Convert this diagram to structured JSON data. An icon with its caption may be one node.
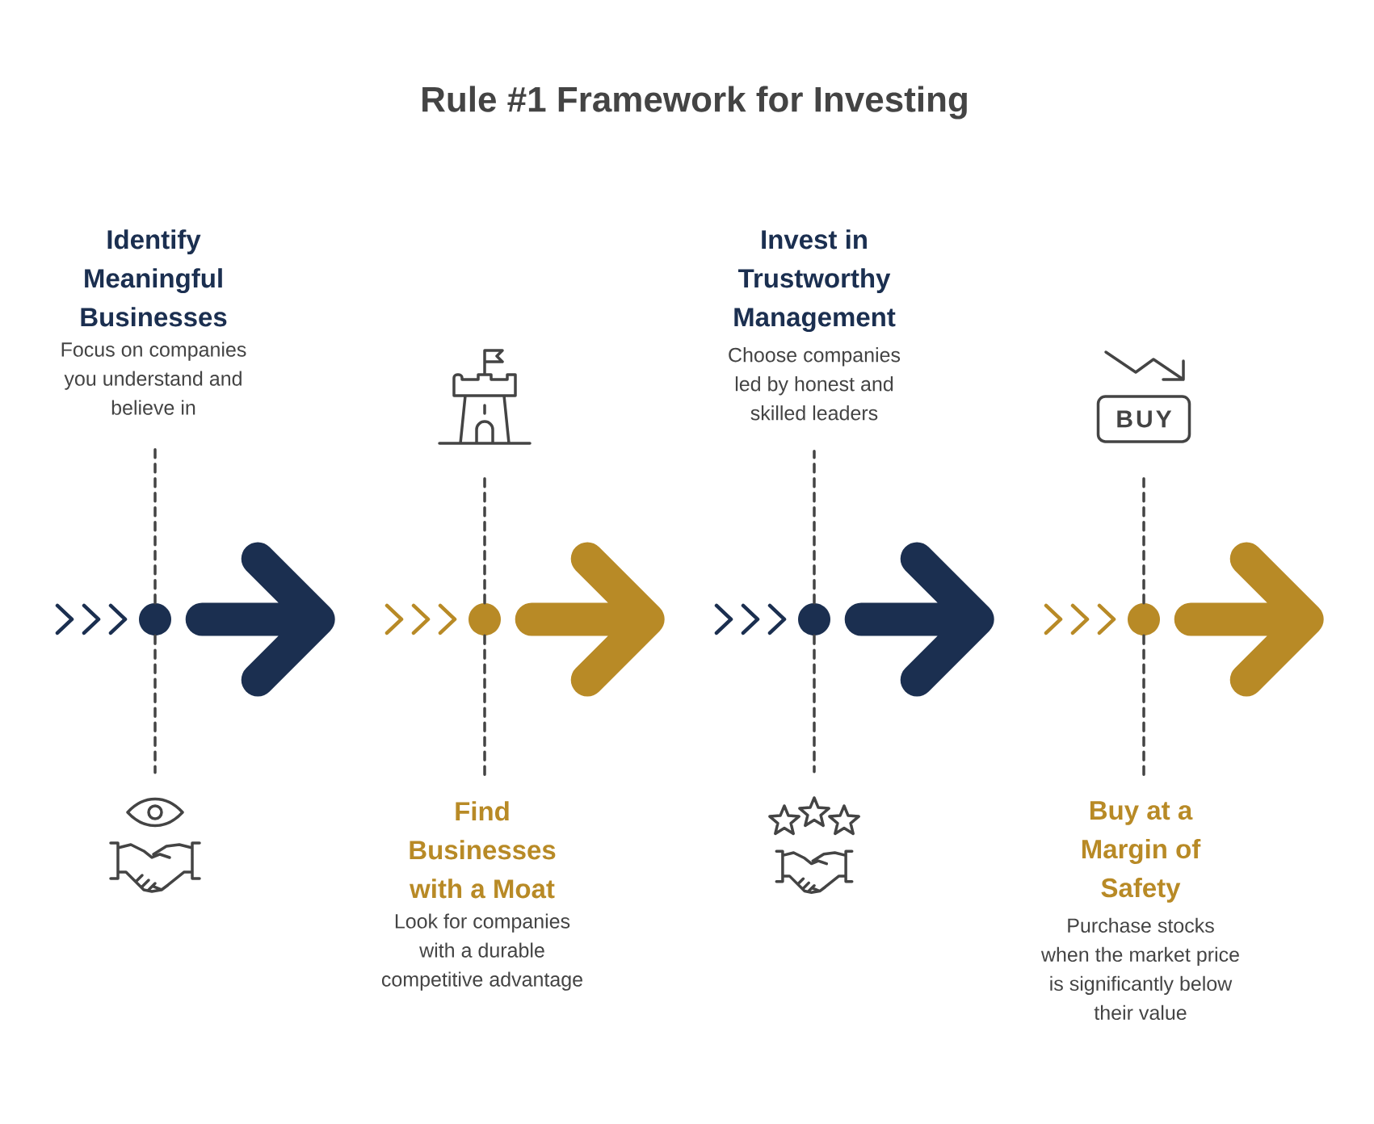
{
  "diagram": {
    "title": "Rule #1 Framework for Investing",
    "nodes": [
      {
        "text": [
          "Identify Meaningful Businesses",
          "Focus on companies you understand and believe in"
        ]
      },
      {
        "text": [],
        "shape": "picture"
      },
      {
        "text": [
          "Invest in Trustworthy Management",
          "Choose companies led by honest and skilled leaders"
        ]
      },
      {
        "text": [
          "BUY"
        ]
      },
      {
        "text": [],
        "shape": "circle"
      },
      {
        "text": [],
        "shape": "circle"
      },
      {
        "text": [],
        "shape": "circle"
      },
      {
        "text": [],
        "shape": "circle"
      },
      {
        "text": [],
        "shape": "picture"
      },
      {
        "text": [
          "Find Businesses with a Moat",
          "Look for companies with a durable competitive advantage"
        ]
      },
      {
        "text": [],
        "shape": "picture"
      },
      {
        "text": [
          "Buy at a Margin of Safety",
          "Purchase stocks when the market price is significantly below their value"
        ]
      }
    ],
    "edges": [
      {
        "from": 4,
        "to": 0,
        "arrow": "none",
        "style": "dashed"
      },
      {
        "from": 4,
        "to": 8,
        "arrow": "none",
        "style": "dashed"
      },
      {
        "from": 5,
        "to": 1,
        "arrow": "none",
        "style": "dashed"
      },
      {
        "from": 5,
        "to": 9,
        "arrow": "none",
        "style": "dashed"
      },
      {
        "from": 6,
        "to": 2,
        "arrow": "none",
        "style": "dashed"
      },
      {
        "from": 6,
        "to": 10,
        "arrow": "none",
        "style": "dashed"
      },
      {
        "from": 7,
        "to": 3,
        "arrow": "none",
        "style": "dashed"
      },
      {
        "from": 7,
        "to": 11,
        "arrow": "none",
        "style": "dashed"
      },
      {
        "from": 4,
        "to": null,
        "arrow": "to",
        "style": "thick",
        "color": "#1b2f50"
      },
      {
        "from": 5,
        "to": null,
        "arrow": "to",
        "style": "thick",
        "color": "#b88a26"
      },
      {
        "from": 6,
        "to": null,
        "arrow": "to",
        "style": "thick",
        "color": "#1b2f50"
      },
      {
        "from": 7,
        "to": null,
        "arrow": "to",
        "style": "thick",
        "color": "#b88a26"
      }
    ]
  }
}
